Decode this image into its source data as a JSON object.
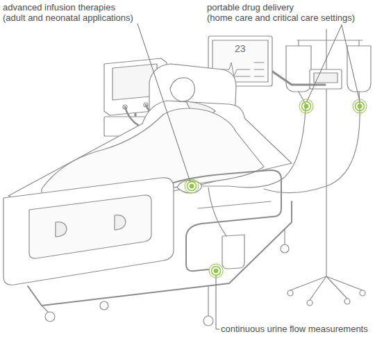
{
  "diagram": {
    "labels": [
      "advanced infusion therapies",
      "(adult and neonatal applications)",
      "portable drug delivery",
      "(home care and critical care settings)",
      "continuous urine flow measurements",
      "23"
    ]
  }
}
